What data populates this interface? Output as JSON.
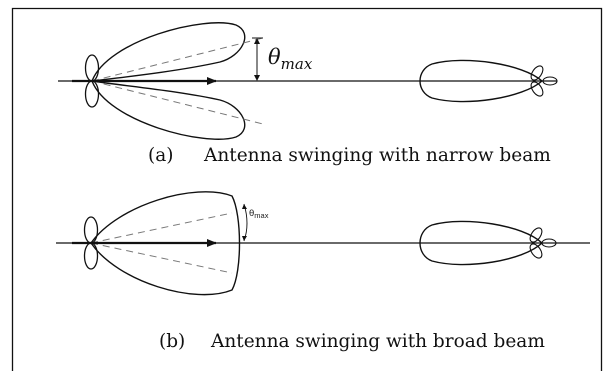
{
  "figure": {
    "panel_a": {
      "label": "(a)",
      "caption": "Antenna swinging with narrow beam",
      "angle_symbol": "θ",
      "angle_subscript": "max"
    },
    "panel_b": {
      "label": "(b)",
      "caption": "Antenna swinging with broad beam",
      "angle_symbol": "θ",
      "angle_subscript": "max"
    }
  }
}
